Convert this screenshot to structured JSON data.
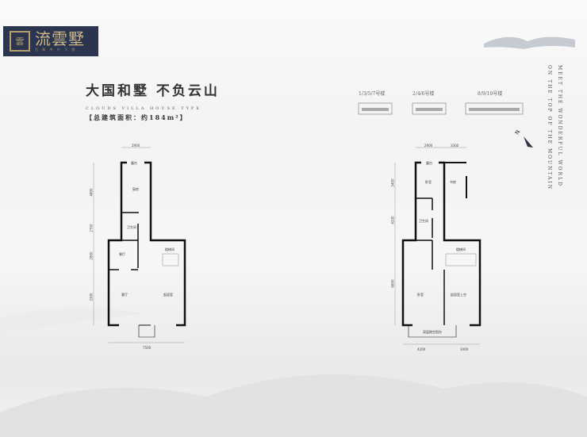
{
  "logo": {
    "name": "流雲墅",
    "mark": "雲",
    "sub": "万 科 中 户 下 院"
  },
  "heading": {
    "title": "大国和墅 不负云山",
    "english": "CLOUDS VILLA  HOUSE TYPE",
    "area": "【总建筑面积：约184m²】"
  },
  "buildings": [
    {
      "label": "1/3/5/7号楼"
    },
    {
      "label": "2/4/6号楼"
    },
    {
      "label": "8/9/10号楼"
    }
  ],
  "slogan": [
    "MEET THE WONDERFUL WORLD",
    "ON THE TOP OF THE MOUNTAIN"
  ],
  "compass": "N",
  "plan_left": {
    "rooms": [
      "露台",
      "厨房",
      "卫生间",
      "餐厅",
      "楼梯间",
      "客厅",
      "起居室"
    ],
    "dims": [
      "2900",
      "4800",
      "2700",
      "2800",
      "3300",
      "7500"
    ]
  },
  "plan_right": {
    "rooms": [
      "露台",
      "卧室",
      "书房",
      "卫生间",
      "楼梯间",
      "卧室",
      "起居室上空",
      "双层挑空阳台"
    ],
    "dims": [
      "2900",
      "3300",
      "3400",
      "4200",
      "6600",
      "4200",
      "3400"
    ]
  },
  "colors": {
    "logo_bg": "#2b3550",
    "gold": "#b79f6a",
    "wall": "#111111"
  }
}
